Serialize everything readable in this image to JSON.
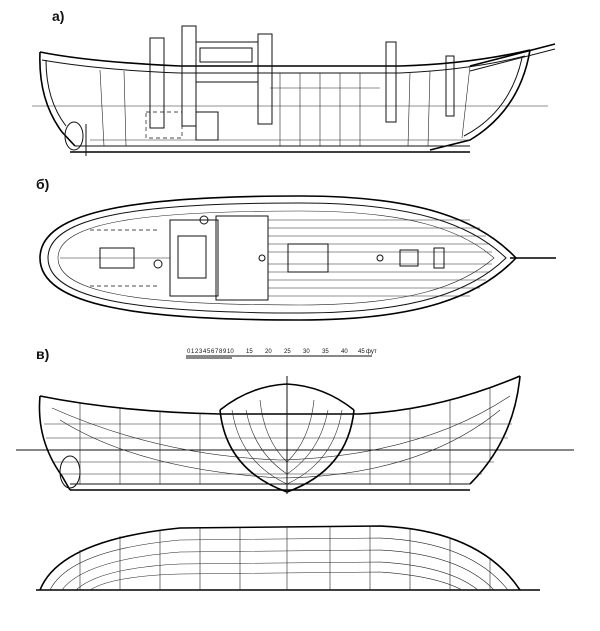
{
  "panels": {
    "a": {
      "label": "а)"
    },
    "b": {
      "label": "б)"
    },
    "c": {
      "label": "в)"
    }
  },
  "scale": {
    "ticks": [
      "0",
      "1",
      "2",
      "3",
      "4",
      "5",
      "6",
      "7",
      "8",
      "9",
      "10",
      "15",
      "20",
      "25",
      "30",
      "35",
      "40",
      "45",
      "фут"
    ]
  }
}
